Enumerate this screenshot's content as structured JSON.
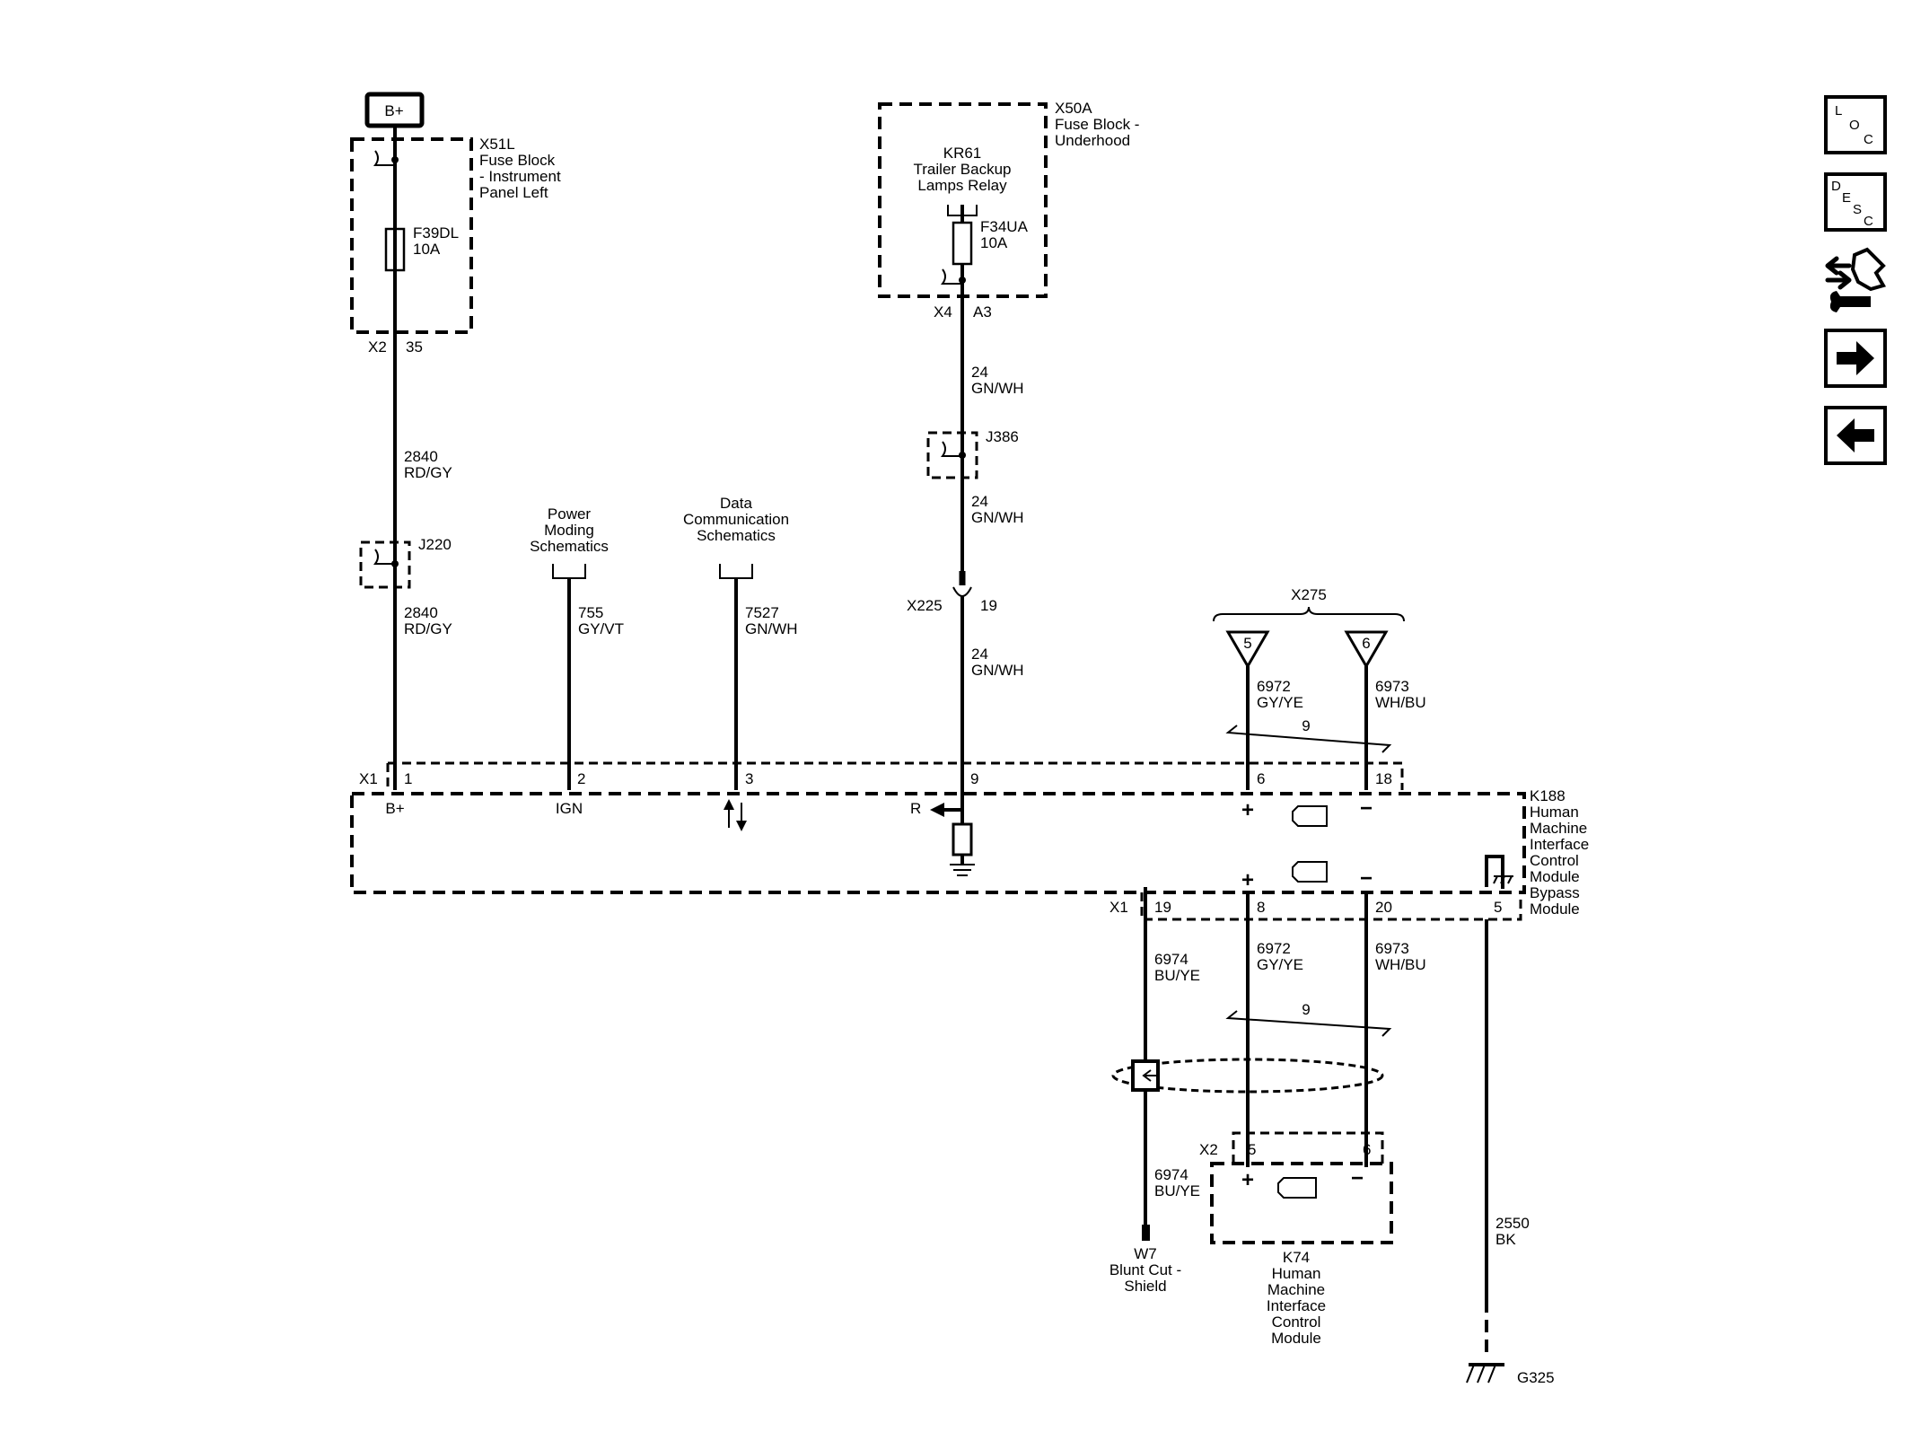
{
  "power_source": {
    "label": "B+"
  },
  "x51l": {
    "id": "X51L",
    "line1": "Fuse Block",
    "line2": "- Instrument",
    "line3": "Panel Left",
    "fuse_id": "F39DL",
    "fuse_rating": "10A",
    "conn": "X2",
    "pin": "35"
  },
  "x50a": {
    "id": "X50A",
    "line1": "Fuse Block -",
    "line2": "Underhood",
    "relay_id": "KR61",
    "relay_l1": "Trailer Backup",
    "relay_l2": "Lamps Relay",
    "fuse_id": "F34UA",
    "fuse_rating": "10A",
    "conn": "X4",
    "pin": "A3"
  },
  "wires": {
    "w2840a": {
      "circuit": "2840",
      "color": "RD/GY"
    },
    "w2840b": {
      "circuit": "2840",
      "color": "RD/GY"
    },
    "w755": {
      "circuit": "755",
      "color": "GY/VT"
    },
    "w7527": {
      "circuit": "7527",
      "color": "GN/WH"
    },
    "w24a": {
      "circuit": "24",
      "color": "GN/WH"
    },
    "w24b": {
      "circuit": "24",
      "color": "GN/WH"
    },
    "w24c": {
      "circuit": "24",
      "color": "GN/WH"
    },
    "w6972a": {
      "circuit": "6972",
      "color": "GY/YE"
    },
    "w6973a": {
      "circuit": "6973",
      "color": "WH/BU"
    },
    "w6972b": {
      "circuit": "6972",
      "color": "GY/YE"
    },
    "w6973b": {
      "circuit": "6973",
      "color": "WH/BU"
    },
    "w6974a": {
      "circuit": "6974",
      "color": "BU/YE"
    },
    "w6974b": {
      "circuit": "6974",
      "color": "BU/YE"
    },
    "w2550": {
      "circuit": "2550",
      "color": "BK"
    }
  },
  "splices": {
    "j220": "J220",
    "j386": "J386"
  },
  "x225": {
    "conn": "X225",
    "pin": "19"
  },
  "refs": {
    "power_moding": [
      "Power",
      "Moding",
      "Schematics"
    ],
    "data_comm": [
      "Data",
      "Communication",
      "Schematics"
    ]
  },
  "x275": {
    "label": "X275",
    "pin_a": "5",
    "pin_b": "6"
  },
  "twist": {
    "top": "9",
    "bottom": "9"
  },
  "k188": {
    "conn_top": "X1",
    "pins_top": [
      "1",
      "2",
      "3",
      "9",
      "6",
      "18"
    ],
    "sig_bplus": "B+",
    "sig_ign": "IGN",
    "sig_r": "R",
    "plus": "+",
    "minus": "−",
    "conn_bottom": "X1",
    "pins_bottom": [
      "19",
      "8",
      "20",
      "5"
    ],
    "name": [
      "K188",
      "Human",
      "Machine",
      "Interface",
      "Control",
      "Module",
      "Bypass",
      "Module"
    ]
  },
  "k74": {
    "conn": "X2",
    "pin_a": "5",
    "pin_b": "6",
    "name": [
      "K74",
      "Human",
      "Machine",
      "Interface",
      "Control",
      "Module"
    ]
  },
  "w7": {
    "lines": [
      "W7",
      "Blunt Cut -",
      "Shield"
    ]
  },
  "ground": {
    "label": "G325"
  },
  "nav": {
    "loc": [
      "L",
      "O",
      "C"
    ],
    "desc": [
      "D",
      "E",
      "S",
      "C"
    ]
  }
}
